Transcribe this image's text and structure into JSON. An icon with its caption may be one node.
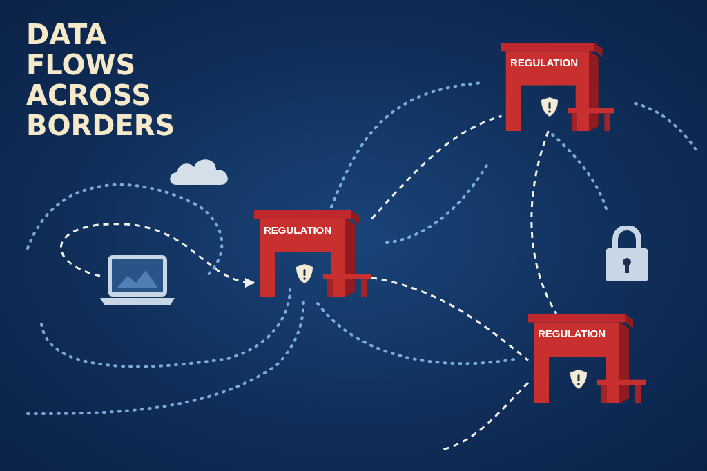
{
  "diagram": {
    "title": "DATA FLOWS ACROSS BORDERS",
    "nodes": [
      {
        "text": [
          "REGULATION"
        ]
      },
      {
        "text": [],
        "shape": "laptop"
      },
      {
        "text": [
          "REGULATION"
        ]
      },
      {
        "text": [
          "REGULATION"
        ]
      }
    ],
    "edges": [
      {
        "from": 1,
        "to": 2,
        "arrow": "to",
        "style": "dashed"
      },
      {
        "from": 2,
        "to": 0,
        "arrow": "none",
        "style": "dashed"
      },
      {
        "from": 2,
        "to": 3,
        "arrow": "none",
        "style": "dashed"
      },
      {
        "from": 0,
        "to": 3,
        "arrow": "none",
        "style": "dashed"
      },
      {
        "from": 3,
        "to": null,
        "arrow": "none",
        "style": "dashed"
      }
    ]
  }
}
